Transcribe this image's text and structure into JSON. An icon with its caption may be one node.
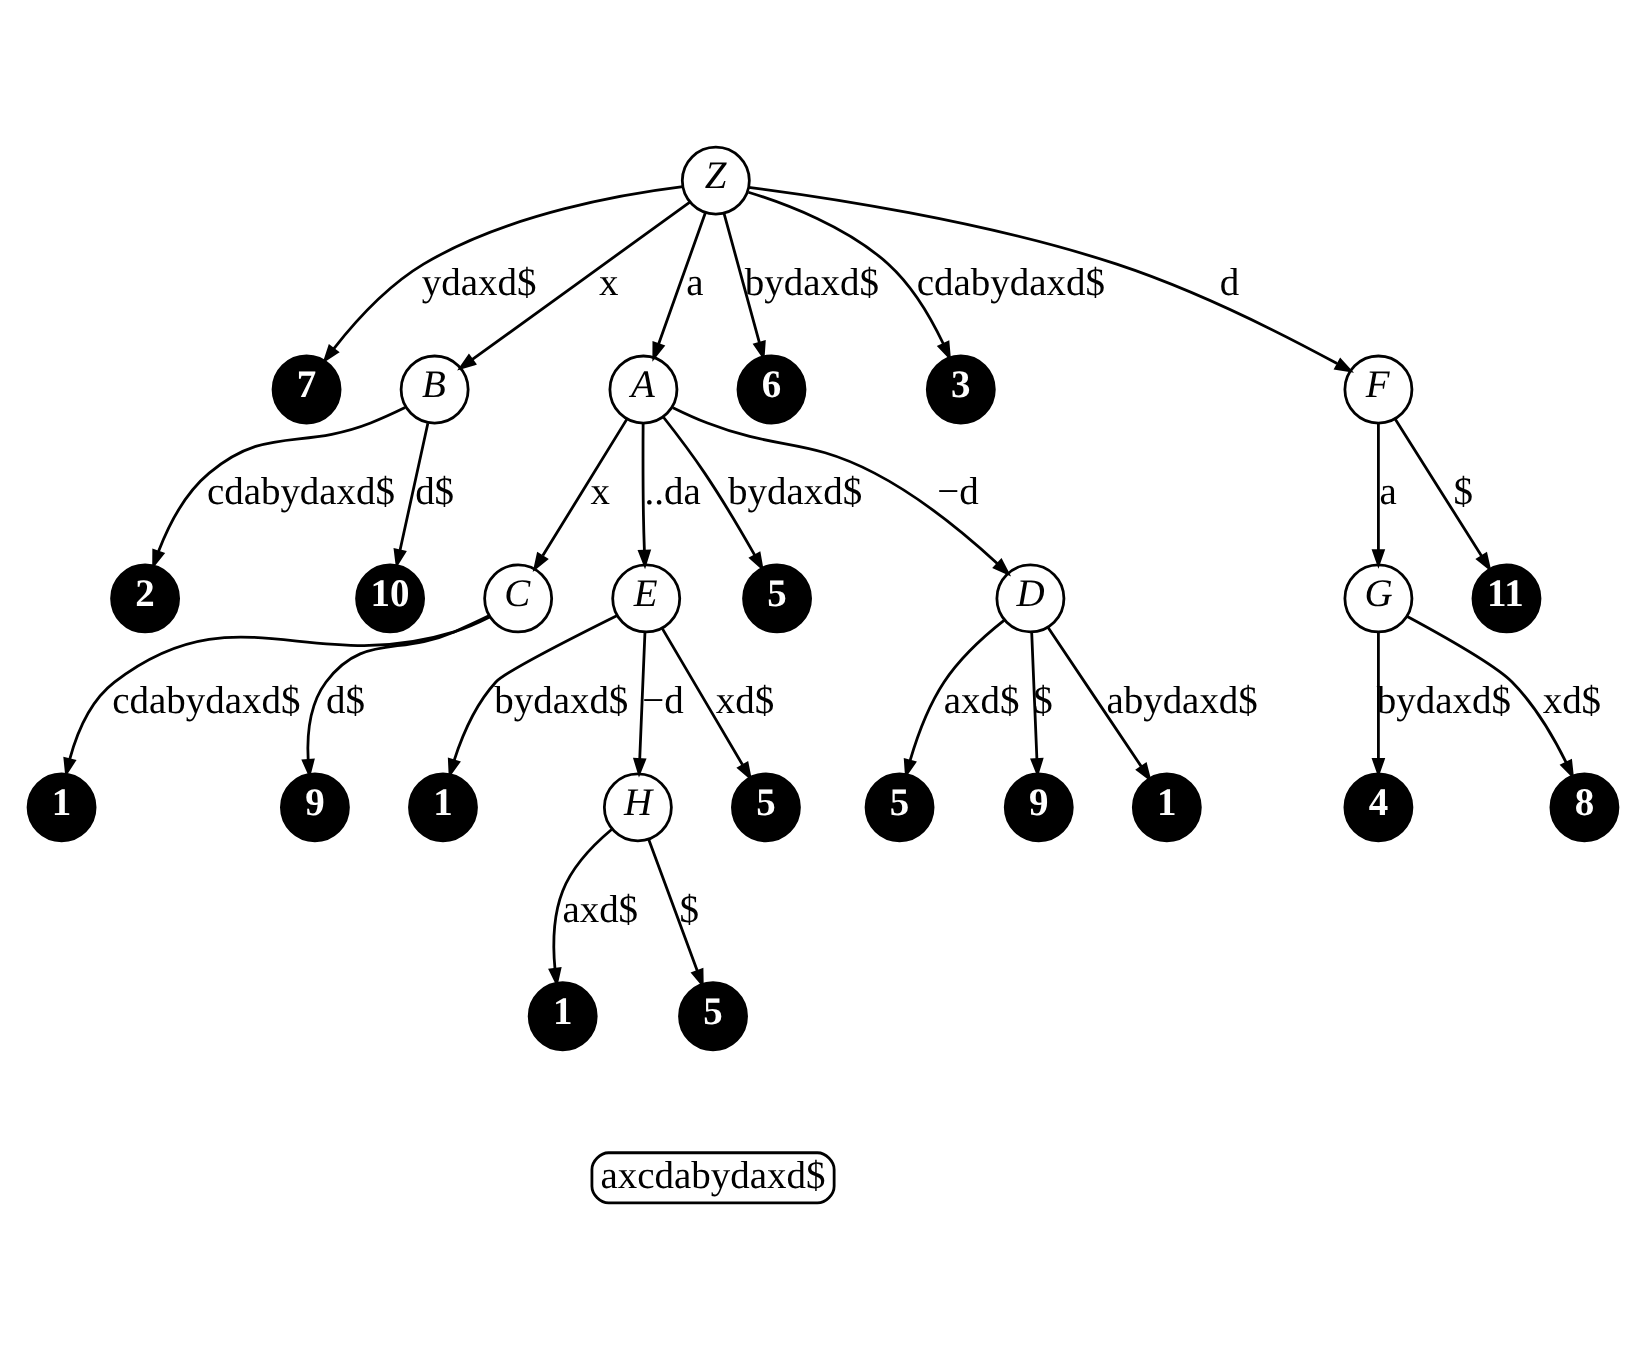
{
  "diagram": {
    "nodes": [
      {
        "text": [
          "Z"
        ]
      },
      {
        "text": [
          "A"
        ]
      },
      {
        "text": [
          "7"
        ]
      },
      {
        "text": [
          "F"
        ]
      },
      {
        "text": [
          "3"
        ]
      },
      {
        "text": [
          "G"
        ]
      },
      {
        "text": [
          "11"
        ]
      },
      {
        "text": [
          "6"
        ]
      },
      {
        "text": [
          "B"
        ]
      },
      {
        "text": [
          "D"
        ]
      },
      {
        "text": [
          "2"
        ]
      },
      {
        "text": [
          "10"
        ]
      },
      {
        "text": [
          "4"
        ]
      },
      {
        "text": [
          "8"
        ]
      },
      {
        "text": [
          "C"
        ]
      },
      {
        "text": [
          "5"
        ]
      },
      {
        "text": [
          "5"
        ]
      },
      {
        "text": [
          "9"
        ]
      },
      {
        "text": [
          "1"
        ]
      },
      {
        "text": [
          "E"
        ]
      },
      {
        "text": [
          "1"
        ]
      },
      {
        "text": [
          "9"
        ]
      },
      {
        "text": [
          "1"
        ]
      },
      {
        "text": [
          "H"
        ]
      },
      {
        "text": [
          "5"
        ]
      },
      {
        "text": [
          "1"
        ]
      },
      {
        "text": [
          "5"
        ]
      },
      {
        "text": [
          "axcdabydaxd$"
        ]
      }
    ],
    "edges": [
      {
        "from": 0,
        "to": 2,
        "arrow": "to",
        "label": "ydaxd$"
      },
      {
        "from": 0,
        "to": 8,
        "arrow": "to",
        "label": "x"
      },
      {
        "from": 0,
        "to": 1,
        "arrow": "to",
        "label": "a"
      },
      {
        "from": 0,
        "to": 7,
        "arrow": "to",
        "label": "bydaxd$"
      },
      {
        "from": 0,
        "to": 4,
        "arrow": "to",
        "label": "cdabydaxd$"
      },
      {
        "from": 0,
        "to": 3,
        "arrow": "to",
        "label": "d"
      },
      {
        "from": 1,
        "to": 14,
        "arrow": "to",
        "label": "x"
      },
      {
        "from": 1,
        "to": 19,
        "arrow": "to",
        "label": "..da"
      },
      {
        "from": 1,
        "to": 15,
        "arrow": "to",
        "label": "bydaxd$"
      },
      {
        "from": 1,
        "to": 9,
        "arrow": "to",
        "label": "−d"
      },
      {
        "from": 3,
        "to": 5,
        "arrow": "to",
        "label": "a"
      },
      {
        "from": 3,
        "to": 6,
        "arrow": "to",
        "label": "$"
      },
      {
        "from": 5,
        "to": 12,
        "arrow": "to",
        "label": "bydaxd$"
      },
      {
        "from": 5,
        "to": 13,
        "arrow": "to",
        "label": "xd$"
      },
      {
        "from": 8,
        "to": 10,
        "arrow": "to",
        "label": "cdabydaxd$"
      },
      {
        "from": 8,
        "to": 11,
        "arrow": "to",
        "label": "d$"
      },
      {
        "from": 14,
        "to": 20,
        "arrow": "to",
        "label": "cdabydaxd$"
      },
      {
        "from": 14,
        "to": 21,
        "arrow": "to",
        "label": "d$"
      },
      {
        "from": 9,
        "to": 16,
        "arrow": "to",
        "label": "axd$"
      },
      {
        "from": 9,
        "to": 17,
        "arrow": "to",
        "label": "$"
      },
      {
        "from": 9,
        "to": 18,
        "arrow": "to",
        "label": "abydaxd$"
      },
      {
        "from": 19,
        "to": 22,
        "arrow": "to",
        "label": "bydaxd$"
      },
      {
        "from": 19,
        "to": 23,
        "arrow": "to",
        "label": "−d"
      },
      {
        "from": 19,
        "to": 24,
        "arrow": "to",
        "label": "xd$"
      },
      {
        "from": 23,
        "to": 25,
        "arrow": "to",
        "label": "axd$"
      },
      {
        "from": 23,
        "to": 26,
        "arrow": "to",
        "label": "$"
      }
    ]
  }
}
